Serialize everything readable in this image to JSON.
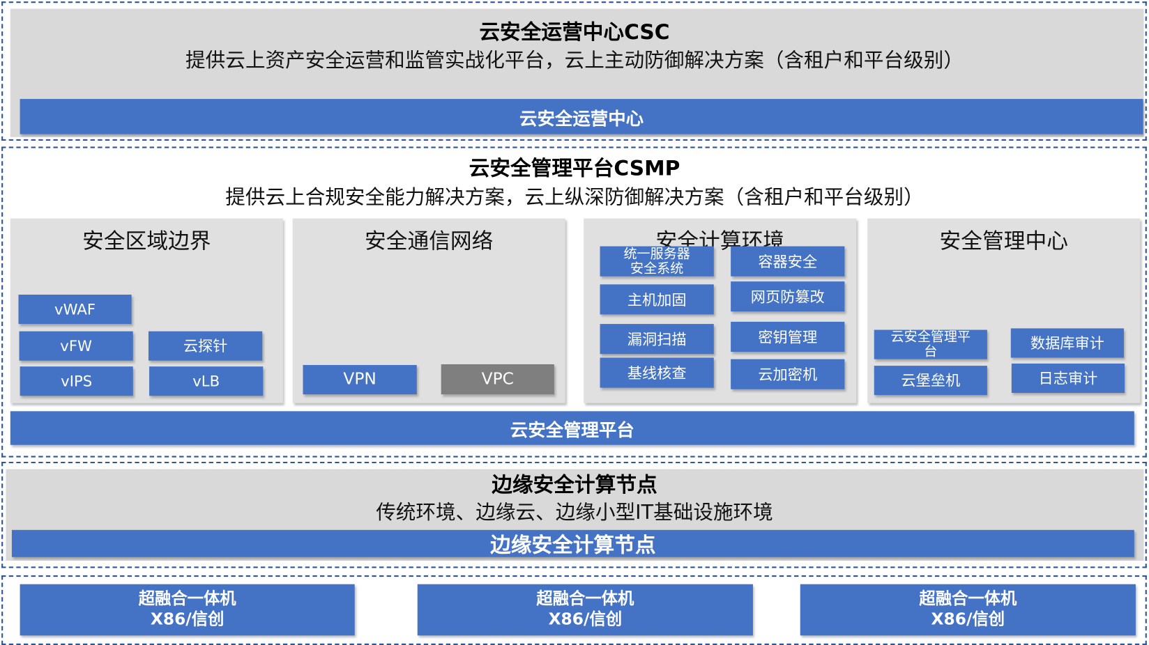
{
  "csc": {
    "title": "云安全运营中心CSC",
    "subtitle": "提供云上资产安全运营和监管实战化平台，云上主动防御解决方案（含租户和平台级别）",
    "bar": "云安全运营中心"
  },
  "csmp": {
    "title": "云安全管理平台CSMP",
    "subtitle": "提供云上合规安全能力解决方案，云上纵深防御解决方案（含租户和平台级别）",
    "bar": "云安全管理平台",
    "panels": [
      {
        "title": "安全区域边界",
        "items": [
          "vWAF",
          "vFW",
          "云探针",
          "vIPS",
          "vLB"
        ]
      },
      {
        "title": "安全通信网络",
        "items": [
          "VPN",
          "VPC"
        ]
      },
      {
        "title": "安全计算环境",
        "items": [
          "统一服务器安全系统",
          "容器安全",
          "主机加固",
          "网页防篡改",
          "漏洞扫描",
          "密钥管理",
          "基线核查",
          "云加密机"
        ]
      },
      {
        "title": "安全管理中心",
        "items": [
          "云安全管理平台",
          "数据库审计",
          "云堡垒机",
          "日志审计"
        ]
      }
    ]
  },
  "edge": {
    "title": "边缘安全计算节点",
    "subtitle": "传统环境、边缘云、边缘小型IT基础设施环境",
    "bar": "边缘安全计算节点"
  },
  "hardware": [
    {
      "line1": "超融合一体机",
      "line2": "X86/信创"
    },
    {
      "line1": "超融合一体机",
      "line2": "X86/信创"
    },
    {
      "line1": "超融合一体机",
      "line2": "X86/信创"
    }
  ],
  "colors": {
    "blue": "#4472c4",
    "gray_button": "#7f7f7f",
    "panel": "#d9d9d9",
    "dash": "#2f5597"
  }
}
